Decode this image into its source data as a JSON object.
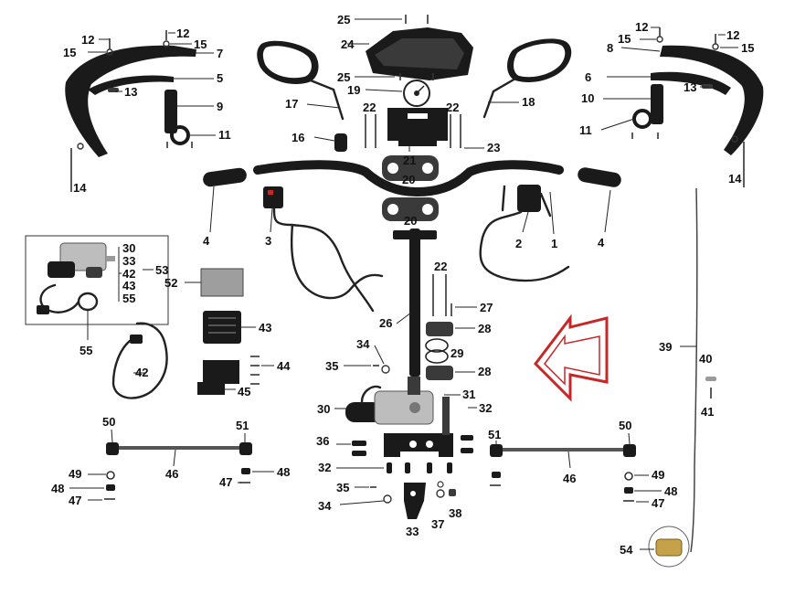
{
  "callouts": [
    "1",
    "2",
    "3",
    "4",
    "4",
    "5",
    "6",
    "7",
    "8",
    "9",
    "10",
    "11",
    "11",
    "12",
    "12",
    "12",
    "12",
    "13",
    "13",
    "14",
    "14",
    "15",
    "15",
    "15",
    "15",
    "16",
    "17",
    "18",
    "19",
    "20",
    "20",
    "21",
    "22",
    "22",
    "22",
    "23",
    "24",
    "25",
    "25",
    "26",
    "27",
    "28",
    "28",
    "29",
    "30",
    "31",
    "32",
    "32",
    "33",
    "33",
    "34",
    "34",
    "35",
    "35",
    "36",
    "37",
    "38",
    "39",
    "40",
    "41",
    "42",
    "42",
    "43",
    "43",
    "44",
    "45",
    "46",
    "46",
    "47",
    "47",
    "47",
    "48",
    "48",
    "48",
    "49",
    "49",
    "50",
    "50",
    "51",
    "51",
    "52",
    "53",
    "54",
    "55",
    "55"
  ],
  "colors": {
    "arrow": "#c62828",
    "parts": "#1a1a1a",
    "metal": "#bdbdbd"
  }
}
